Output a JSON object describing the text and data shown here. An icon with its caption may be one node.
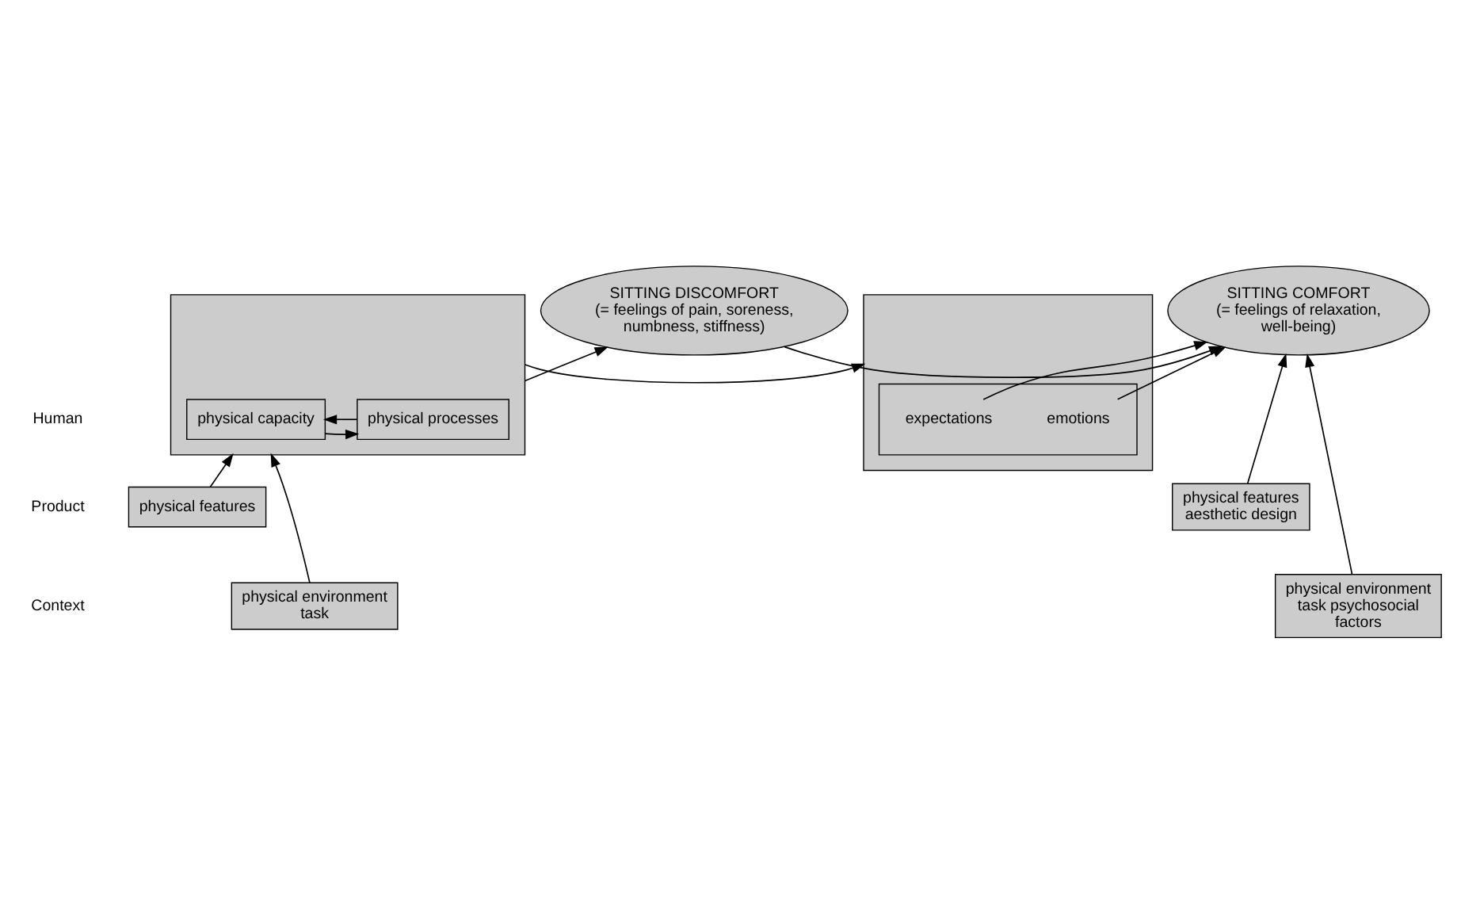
{
  "diagram": {
    "nodes": [
      {
        "text": [
          "SITTING DISCOMFORT",
          "(= feelings of pain, soreness, numbness, stiffness)"
        ]
      },
      {
        "text": [
          "SITTING COMFORT",
          "(= feelings of relaxation, well-being)"
        ]
      },
      {
        "text": [],
        "shape": "box"
      },
      {
        "text": [
          "physical capacity"
        ],
        "in": 2
      },
      {
        "text": [
          "physical processes"
        ],
        "in": 2
      },
      {
        "text": [],
        "shape": "box"
      },
      {
        "text": [],
        "shape": "box",
        "in": 5
      },
      {
        "text": [
          "expectations"
        ],
        "in": 6
      },
      {
        "text": [
          "emotions"
        ],
        "in": 6
      },
      {
        "text": [
          "physical features"
        ]
      },
      {
        "text": [
          "physical features aesthetic design"
        ]
      },
      {
        "text": [
          "physical environment task"
        ]
      },
      {
        "text": [
          "physical environment task psychosocial factors"
        ]
      }
    ],
    "edges": [
      {
        "from": 0,
        "to": 1,
        "arrow": "to"
      },
      {
        "from": 2,
        "to": 0,
        "arrow": "to"
      },
      {
        "from": 4,
        "to": 3,
        "arrow": "to"
      },
      {
        "from": 3,
        "to": 4,
        "arrow": "to"
      },
      {
        "from": 2,
        "to": 5,
        "arrow": "to"
      },
      {
        "from": 9,
        "to": 2,
        "arrow": "to"
      },
      {
        "from": 11,
        "to": 2,
        "arrow": "to"
      },
      {
        "from": 12,
        "to": 1,
        "arrow": "to"
      },
      {
        "from": 10,
        "to": 1,
        "arrow": "to"
      },
      {
        "from": 7,
        "to": 1,
        "arrow": "to"
      },
      {
        "from": 8,
        "to": 1,
        "arrow": "to"
      }
    ],
    "labels": [
      "Human",
      "Product",
      "Context"
    ]
  }
}
